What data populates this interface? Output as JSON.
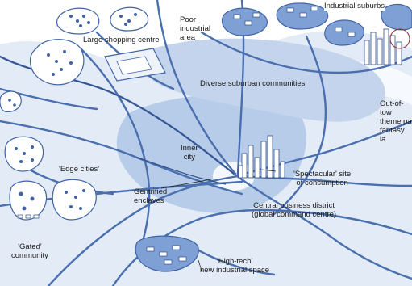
{
  "labels": {
    "poor_industrial_area": "Poor\nindustrial\narea",
    "industrial_suburbs": "Industrial suburbs",
    "large_shopping_centre": "Large shopping centre",
    "diverse_suburban": "Diverse suburban communities",
    "out_of_town": "Out-of-tow\ntheme pa\nfantasy la",
    "inner_city": "Inner\ncity",
    "edge_cities": "'Edge cities'",
    "gentrified": "Gentrified\nenclaves",
    "spectacular": "'Spectacular' site\nof consumption",
    "cbd": "Central business district\n(global command centre)",
    "gated": "'Gated'\ncommunity",
    "high_tech": "'High-tech'\nnew industrial space"
  },
  "colors": {
    "water": "#ffffff",
    "land": "#dde7f4",
    "city": "#b9cdea",
    "road": "#4a6fae",
    "road_dark": "#2f4f8a",
    "blob": "#7fa0d4",
    "blob_dark": "#3f63a5"
  }
}
